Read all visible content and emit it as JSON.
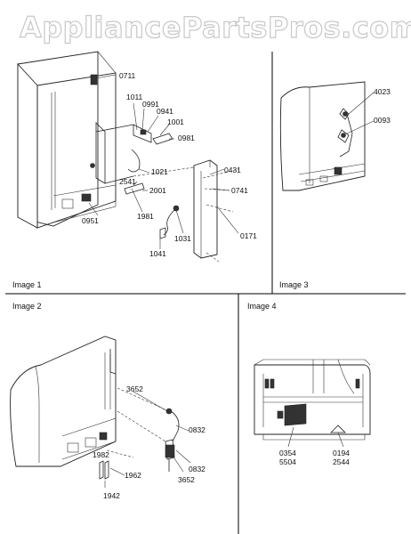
{
  "watermark": "AppliancePartsPros.com",
  "panels": {
    "image1": {
      "caption": "Image 1",
      "parts": [
        "0711",
        "1011",
        "0991",
        "0941",
        "1001",
        "0981",
        "1021",
        "2541",
        "2001",
        "0431",
        "0741",
        "0951",
        "1981",
        "1031",
        "0171",
        "1041"
      ]
    },
    "image2": {
      "caption": "Image 2",
      "parts": [
        "3652",
        "0832",
        "1982",
        "1962",
        "0832",
        "3652",
        "1942"
      ]
    },
    "image3": {
      "caption": "Image 3",
      "parts": [
        "4023",
        "0093"
      ]
    },
    "image4": {
      "caption": "Image 4",
      "parts": [
        "0354",
        "5504",
        "0194",
        "2544"
      ]
    }
  }
}
